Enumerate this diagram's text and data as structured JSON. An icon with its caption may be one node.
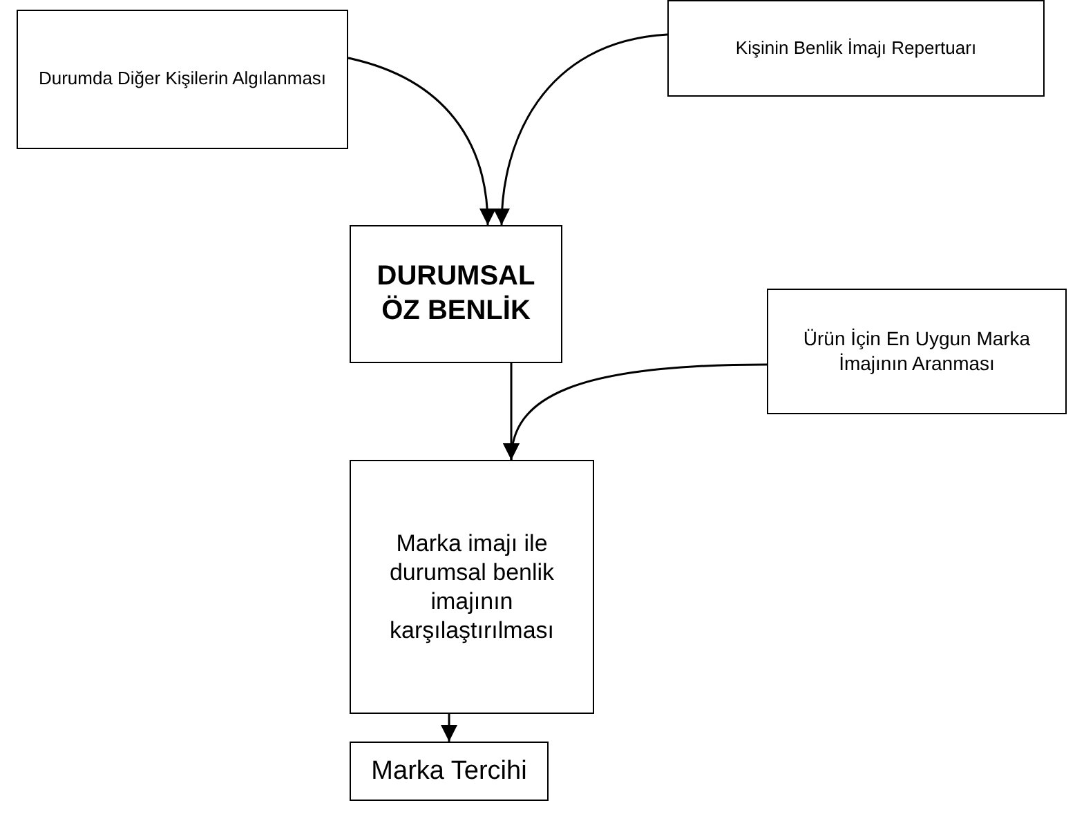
{
  "diagram": {
    "nodes": [
      {
        "text": [
          "Durumda Diğer Kişilerin Algılanması"
        ]
      },
      {
        "text": [
          "Kişinin Benlik İmajı Repertuarı"
        ]
      },
      {
        "text": [
          "DURUMSAL ÖZ BENLİK"
        ]
      },
      {
        "text": [
          "Ürün İçin En Uygun Marka İmajının Aranması"
        ]
      },
      {
        "text": [
          "Marka imajı ile durumsal benlik imajının karşılaştırılması"
        ]
      },
      {
        "text": [
          "Marka Tercihi"
        ]
      }
    ],
    "edges": [
      {
        "from": 0,
        "to": 2,
        "arrow": "to"
      },
      {
        "from": 1,
        "to": 2,
        "arrow": "to"
      },
      {
        "from": 2,
        "to": 4,
        "arrow": "to"
      },
      {
        "from": 3,
        "to": 4,
        "arrow": "to"
      },
      {
        "from": 4,
        "to": 5,
        "arrow": "to"
      }
    ]
  }
}
